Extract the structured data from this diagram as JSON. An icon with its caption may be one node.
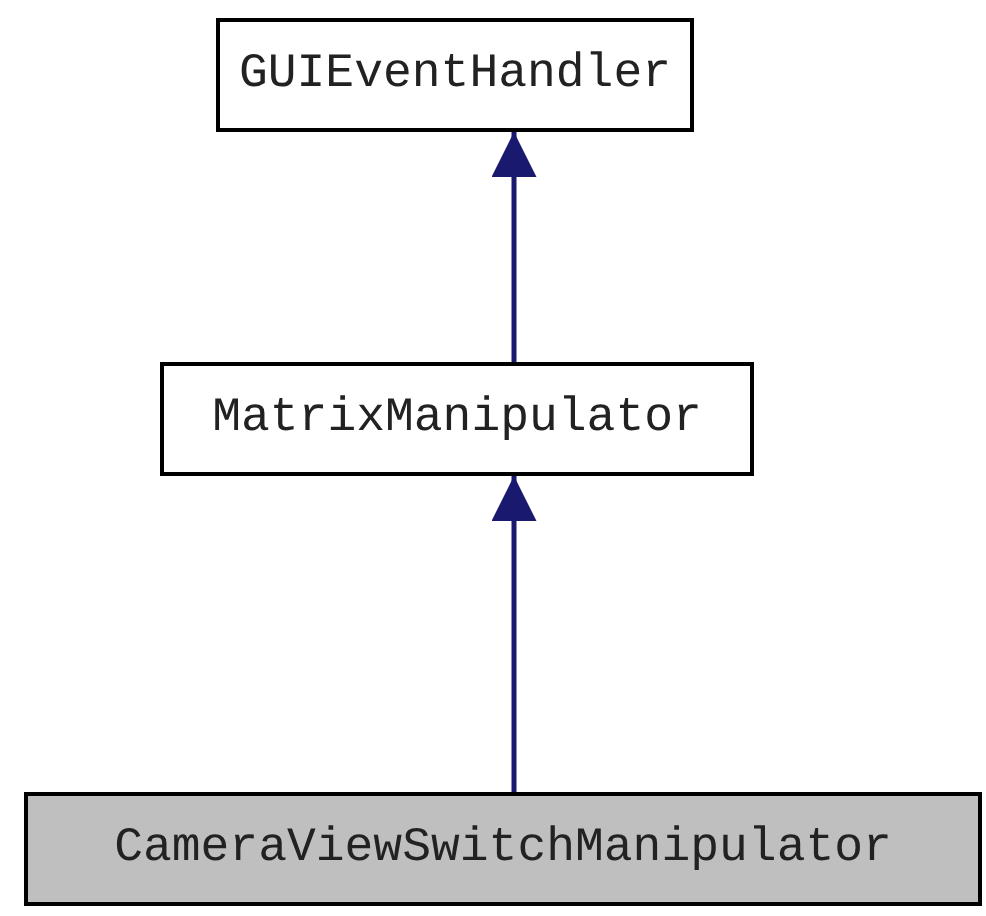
{
  "diagram": {
    "nodes": [
      {
        "text": [
          "GUIEventHandler"
        ]
      },
      {
        "text": [
          "MatrixManipulator"
        ]
      },
      {
        "text": [
          "CameraViewSwitchManipulator"
        ]
      }
    ],
    "edges": [
      {
        "from": 1,
        "to": 0,
        "arrow": "to"
      },
      {
        "from": 2,
        "to": 1,
        "arrow": "to"
      }
    ]
  }
}
